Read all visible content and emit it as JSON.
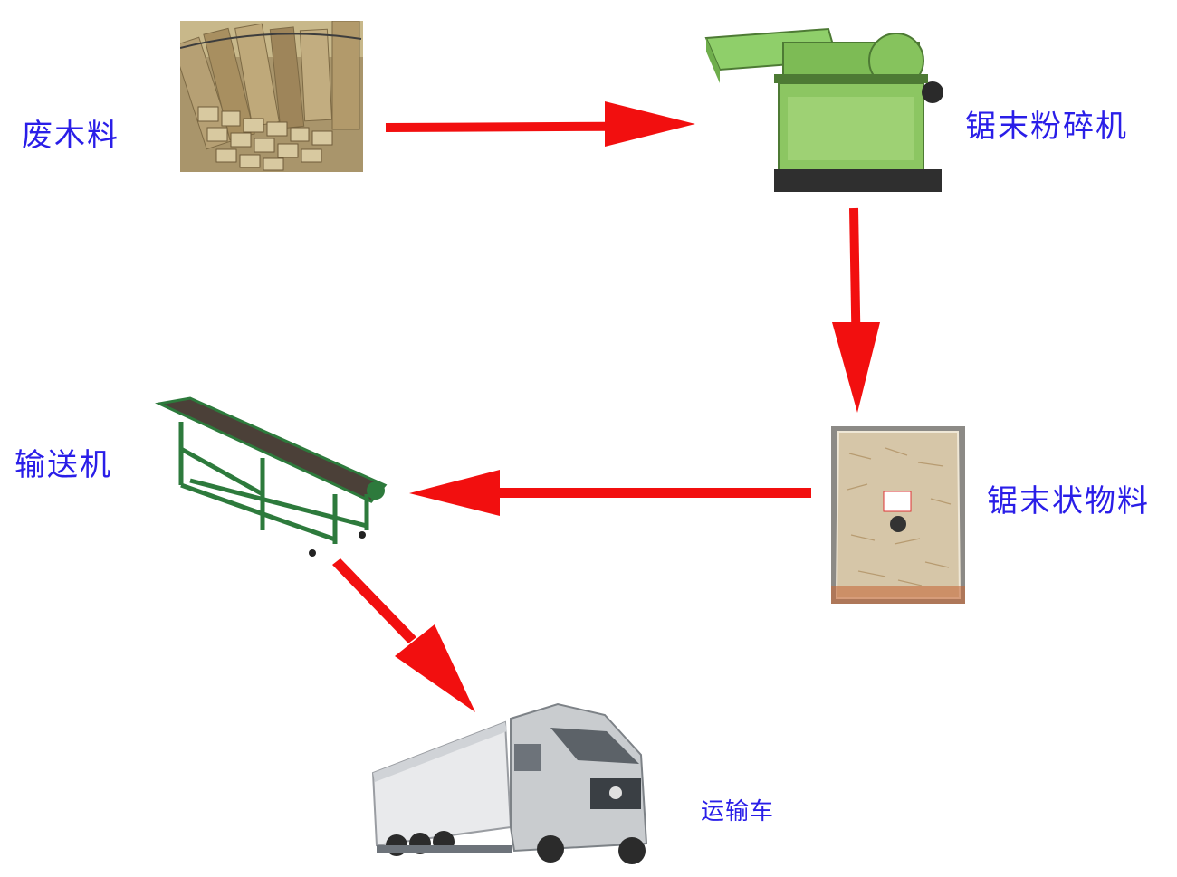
{
  "diagram": {
    "nodes": [
      {
        "id": "wood",
        "label": "废木料"
      },
      {
        "id": "crusher",
        "label": "锯末粉碎机"
      },
      {
        "id": "sawdust",
        "label": "锯末状物料"
      },
      {
        "id": "conveyor",
        "label": "输送机"
      },
      {
        "id": "truck",
        "label": "运输车"
      }
    ],
    "edges": [
      {
        "from": "wood",
        "to": "crusher"
      },
      {
        "from": "crusher",
        "to": "sawdust"
      },
      {
        "from": "sawdust",
        "to": "conveyor"
      },
      {
        "from": "conveyor",
        "to": "truck"
      }
    ]
  },
  "colors": {
    "label": "#2a1ee8",
    "arrow": "#f20f0f",
    "machine_green": "#7fbf5a",
    "wood": "#b39a6a",
    "truck_silver": "#c9cccf"
  },
  "icons": {
    "wood": "wood-pile-icon",
    "crusher": "crusher-machine-icon",
    "sawdust": "sawdust-bag-icon",
    "conveyor": "conveyor-belt-icon",
    "truck": "truck-icon"
  }
}
